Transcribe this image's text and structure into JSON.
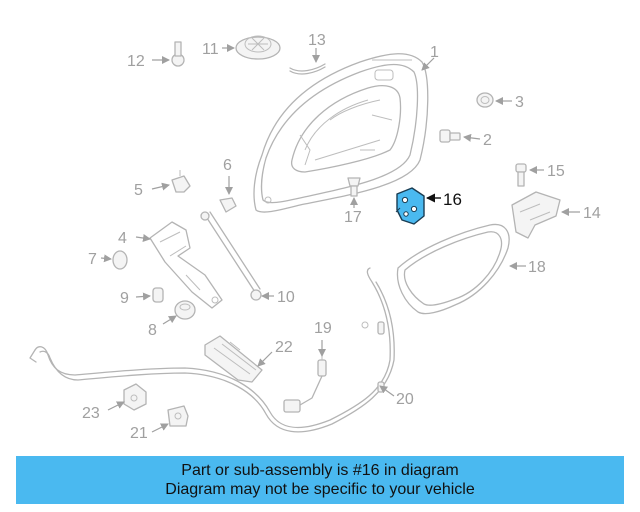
{
  "diagram": {
    "highlighted_part": "16",
    "highlight_color": "#4ab9f0",
    "callouts": [
      "1",
      "2",
      "3",
      "4",
      "5",
      "6",
      "7",
      "8",
      "9",
      "10",
      "11",
      "12",
      "13",
      "14",
      "15",
      "16",
      "17",
      "18",
      "19",
      "20",
      "21",
      "22",
      "23"
    ]
  },
  "banner": {
    "line1": "Part or sub-assembly is #16 in diagram",
    "line2": "Diagram may not be specific to your vehicle",
    "background": "#4ab9f0"
  }
}
